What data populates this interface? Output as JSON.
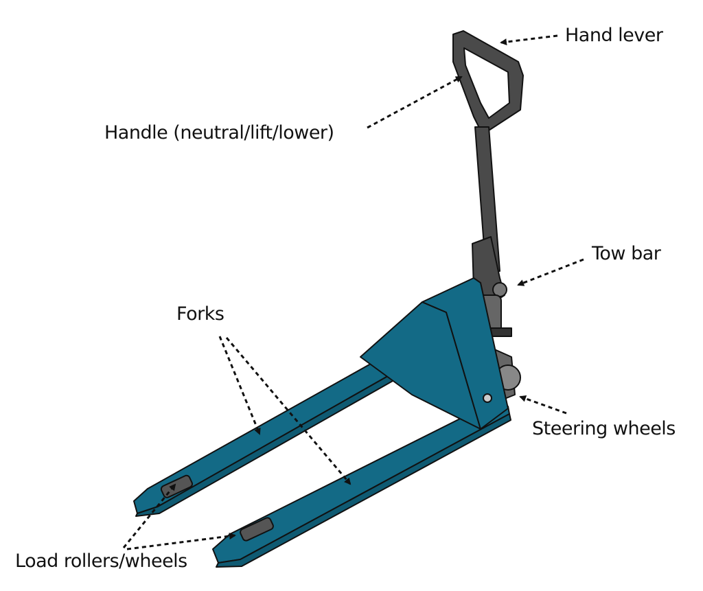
{
  "labels": {
    "hand_lever": "Hand lever",
    "handle": "Handle (neutral/lift/lower)",
    "tow_bar": "Tow bar",
    "forks": "Forks",
    "steering_wheels": "Steering wheels",
    "load_rollers": "Load rollers/wheels"
  },
  "colors": {
    "body": "#136a86",
    "handle": "#4a4a4a",
    "outline": "#111111"
  }
}
